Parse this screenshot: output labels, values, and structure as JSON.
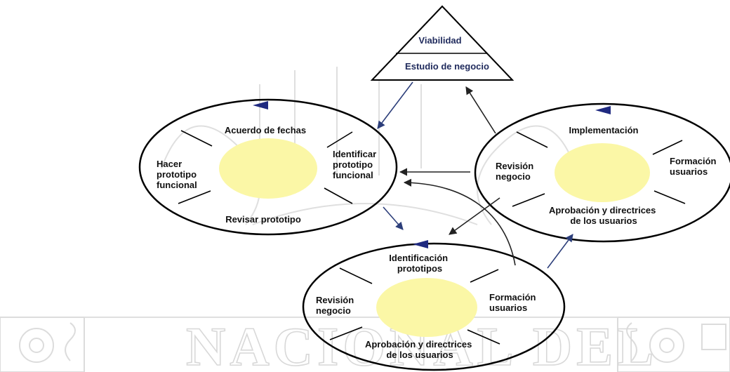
{
  "triangle": {
    "top_label": "Viabilidad",
    "bottom_label": "Estudio de negocio"
  },
  "left_cycle": {
    "top": "Acuerdo de fechas",
    "left": [
      "Hacer",
      "prototipo",
      "funcional"
    ],
    "right": [
      "Identificar",
      "prototipo",
      "funcional"
    ],
    "bottom": "Revisar prototipo"
  },
  "right_cycle": {
    "top": "Implementación",
    "left": [
      "Revisión",
      "negocio"
    ],
    "right": [
      "Formación",
      "usuarios"
    ],
    "bottom": [
      "Aprobación y directrices",
      "de los usuarios"
    ]
  },
  "bottom_cycle": {
    "top": [
      "Identificación",
      "prototipos"
    ],
    "left": [
      "Revisión",
      "negocio"
    ],
    "right": [
      "Formación",
      "usuarios"
    ],
    "bottom": [
      "Aprobación y directrices",
      "de los usuarios"
    ]
  },
  "watermark": {
    "text": "NACIONAL DEL"
  },
  "colors": {
    "core_fill": "#fbf7a6",
    "arrow_blue": "#2c3e7a",
    "arrow_dark": "#222222",
    "marker": "#1f2a80",
    "watermark": "#d4d4d4"
  }
}
